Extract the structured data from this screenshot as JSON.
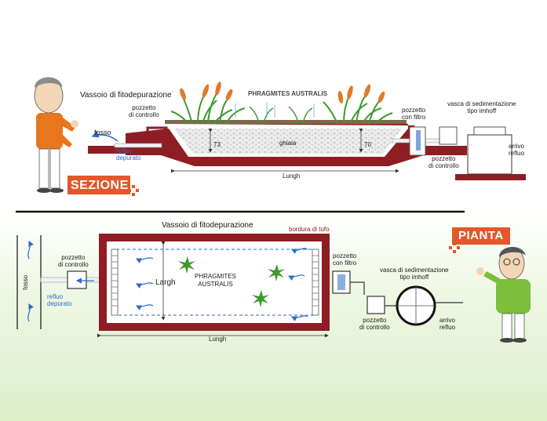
{
  "section": {
    "badge": "SEZIONE",
    "title": "Vassoio di fitodepurazione",
    "plant_label": "PHRAGMITES AUSTRALIS",
    "fosso": "fosso",
    "pozzetto_controllo_l1": "pozzetto",
    "pozzetto_controllo_l2": "di controllo",
    "refluo_depurato_l1": "refluo",
    "refluo_depurato_l2": "depurato",
    "ghiaia": "ghiaia",
    "depth_left": "73",
    "depth_right": "70",
    "lungh": "Lungh",
    "pozzetto_filtro_l1": "pozzetto",
    "pozzetto_filtro_l2": "con filtro",
    "vasca_l1": "vasca di sedimentazione",
    "vasca_l2": "tipo imhoff",
    "pozzetto_controllo2_l1": "pozzetto",
    "pozzetto_controllo2_l2": "di controllo",
    "arrivo_l1": "arrivo",
    "arrivo_l2": "refluo"
  },
  "plan": {
    "badge": "PIANTA",
    "title": "Vassoio di fitodepurazione",
    "bordura": "bordura di tufo",
    "fosso": "fosso",
    "pozzetto_controllo_l1": "pozzetto",
    "pozzetto_controllo_l2": "di controllo",
    "refluo_depurato_l1": "refluo",
    "refluo_depurato_l2": "depurato",
    "largh": "Largh",
    "plant_l1": "PHRAGMITES",
    "plant_l2": "AUSTRALIS",
    "lungh": "Lungh",
    "pozzetto_filtro_l1": "pozzetto",
    "pozzetto_filtro_l2": "con filtro",
    "vasca_l1": "vasca di sedimentazione",
    "vasca_l2": "tipo imhoff",
    "pozzetto_controllo2_l1": "pozzetto",
    "pozzetto_controllo2_l2": "di controllo",
    "arrivo_l1": "arrivo",
    "arrivo_l2": "refluo"
  },
  "colors": {
    "earth": "#8f1d24",
    "badge": "#e0582b",
    "water": "#2a6cc7",
    "gravel": "#e4e4e4",
    "plant": "#3e9a2f"
  }
}
